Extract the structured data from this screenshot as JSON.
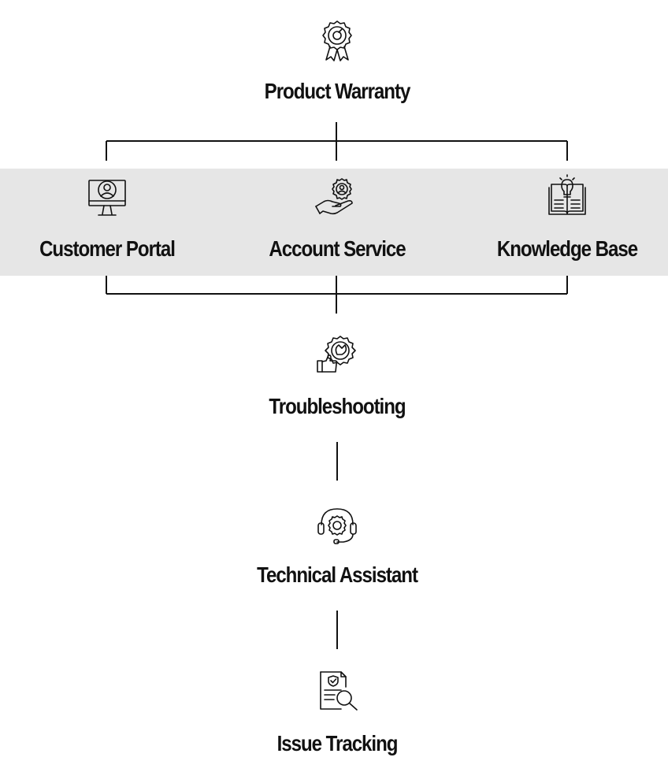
{
  "diagram": {
    "root": {
      "label": "Product Warranty",
      "icon": "award-ribbon-icon"
    },
    "channels": [
      {
        "label": "Customer Portal",
        "icon": "monitor-user-icon"
      },
      {
        "label": "Account Service",
        "icon": "hand-gear-icon"
      },
      {
        "label": "Knowledge Base",
        "icon": "book-lightbulb-icon"
      }
    ],
    "steps": [
      {
        "label": "Troubleshooting",
        "icon": "gear-thumbs-up-icon"
      },
      {
        "label": "Technical Assistant",
        "icon": "headset-gear-icon"
      },
      {
        "label": "Issue Tracking",
        "icon": "document-search-icon"
      }
    ],
    "colors": {
      "band": "#e6e6e6",
      "line": "#111111",
      "text": "#111111"
    }
  }
}
